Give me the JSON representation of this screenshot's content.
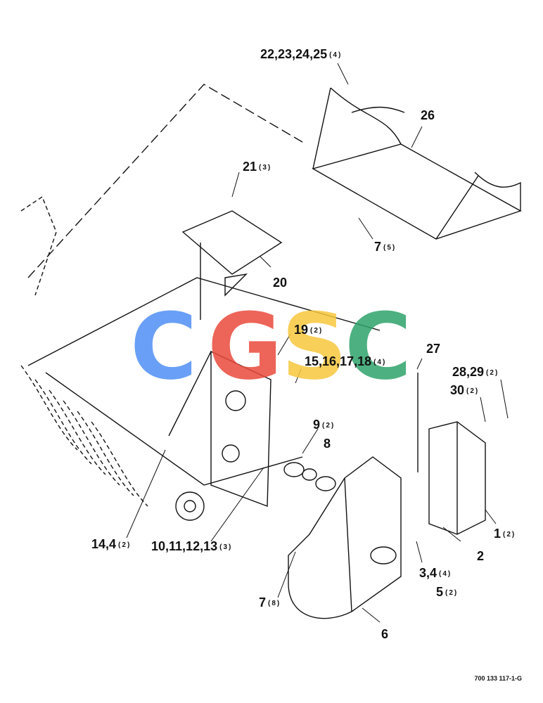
{
  "watermark": {
    "letters": [
      "C",
      "G",
      "S",
      "C"
    ],
    "colors": [
      "#4f8ff5",
      "#ea4a3b",
      "#f7c73d",
      "#2fa36b"
    ]
  },
  "callouts": [
    {
      "id": "c22",
      "num": "22,23,24,25",
      "qty": "(4)"
    },
    {
      "id": "c26",
      "num": "26",
      "qty": ""
    },
    {
      "id": "c21",
      "num": "21",
      "qty": "(3)"
    },
    {
      "id": "c7a",
      "num": "7",
      "qty": "(5)"
    },
    {
      "id": "c20",
      "num": "20",
      "qty": ""
    },
    {
      "id": "c19",
      "num": "19",
      "qty": "(2)"
    },
    {
      "id": "c15",
      "num": "15,16,17,18",
      "qty": "(4)"
    },
    {
      "id": "c27",
      "num": "27",
      "qty": ""
    },
    {
      "id": "c28",
      "num": "28,29",
      "qty": "(2)"
    },
    {
      "id": "c30",
      "num": "30",
      "qty": "(2)"
    },
    {
      "id": "c9",
      "num": "9",
      "qty": "(2)"
    },
    {
      "id": "c8",
      "num": "8",
      "qty": ""
    },
    {
      "id": "c14",
      "num": "14,4",
      "qty": "(2)"
    },
    {
      "id": "c10",
      "num": "10,11,12,13",
      "qty": "(3)"
    },
    {
      "id": "c1",
      "num": "1",
      "qty": "(2)"
    },
    {
      "id": "c2",
      "num": "2",
      "qty": ""
    },
    {
      "id": "c34",
      "num": "3,4",
      "qty": "(4)"
    },
    {
      "id": "c5",
      "num": "5",
      "qty": "(2)"
    },
    {
      "id": "c7b",
      "num": "7",
      "qty": "(8)"
    },
    {
      "id": "c6",
      "num": "6",
      "qty": ""
    }
  ],
  "reference": "700 133 117-1-G"
}
